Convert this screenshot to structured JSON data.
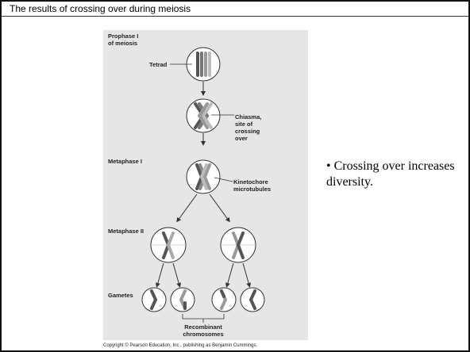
{
  "slide": {
    "title": "The results of crossing over during meiosis",
    "bullet_marker": "•",
    "bullet_text": "Crossing over increases diversity.",
    "copyright": "Copyright © Pearson Education, Inc., publishing as Benjamin Cummings."
  },
  "figure": {
    "prophase_line1": "Prophase I",
    "prophase_line2": "of meiosis",
    "tetrad": "Tetrad",
    "chiasma_line1": "Chiasma,",
    "chiasma_line2": "site of",
    "chiasma_line3": "crossing",
    "chiasma_line4": "over",
    "metaphase1": "Metaphase I",
    "kinetochore_line1": "Kinetochore",
    "kinetochore_line2": "microtubules",
    "metaphase2": "Metaphase II",
    "gametes": "Gametes",
    "recombinant_line1": "Recombinant",
    "recombinant_line2": "chromosomes"
  },
  "colors": {
    "figure_background": "#e6e6e6",
    "chromosome_dark": "#555555",
    "chromosome_light": "#bfbfbf",
    "cell_fill": "#ffffff"
  }
}
